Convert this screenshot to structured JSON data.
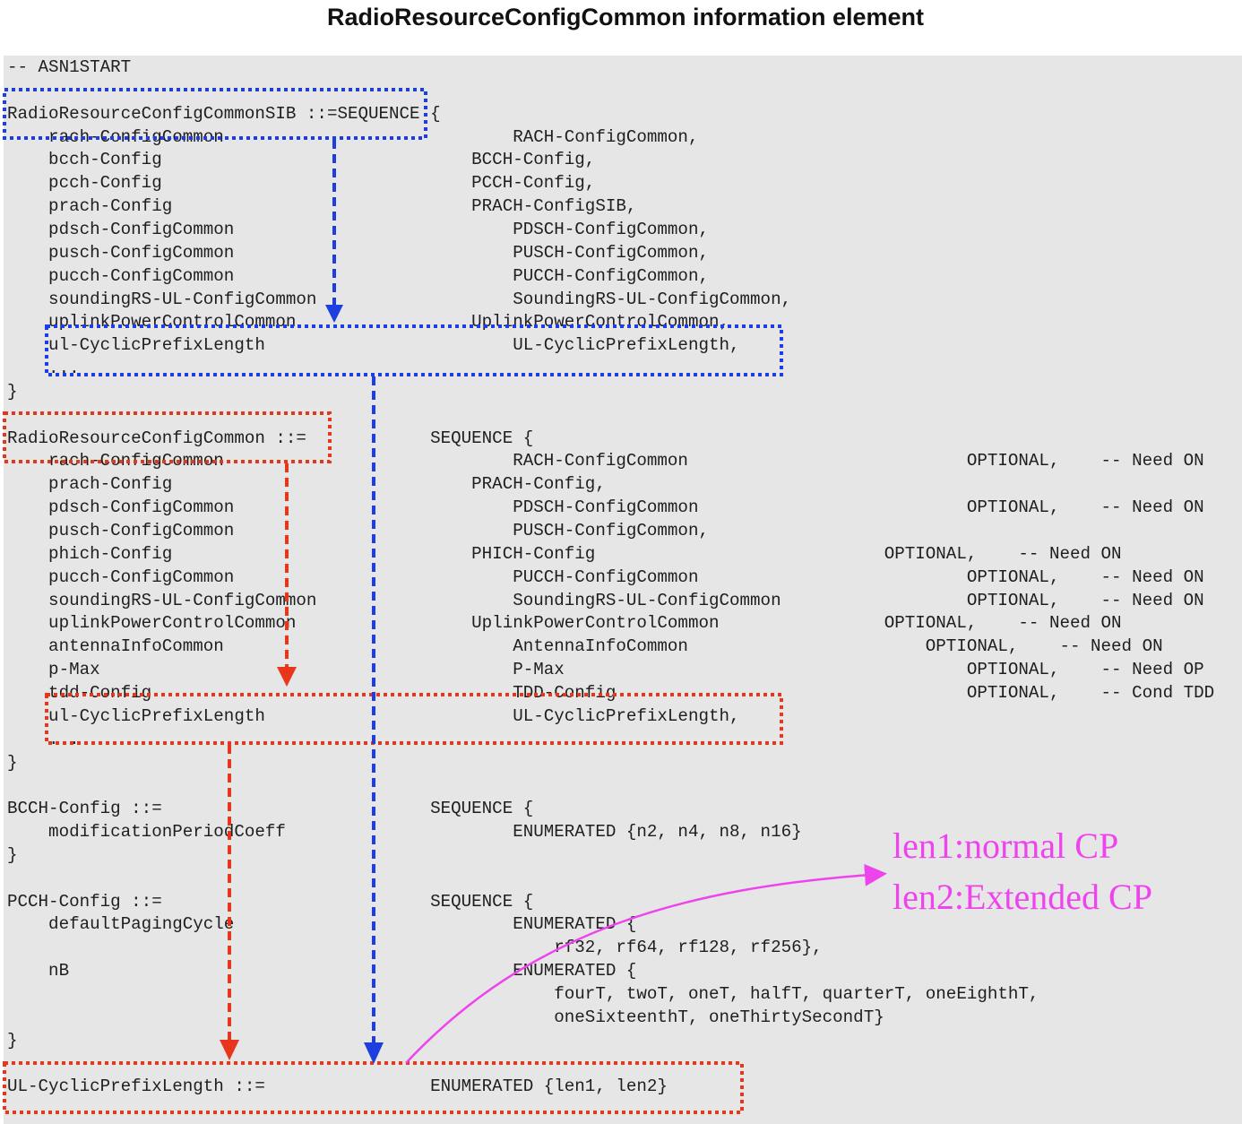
{
  "title": "RadioResourceConfigCommon information element",
  "code_lines": [
    "-- ASN1START",
    "",
    "RadioResourceConfigCommonSIB ::=SEQUENCE {",
    "    rach-ConfigCommon                            RACH-ConfigCommon,",
    "    bcch-Config                              BCCH-Config,",
    "    pcch-Config                              PCCH-Config,",
    "    prach-Config                             PRACH-ConfigSIB,",
    "    pdsch-ConfigCommon                           PDSCH-ConfigCommon,",
    "    pusch-ConfigCommon                           PUSCH-ConfigCommon,",
    "    pucch-ConfigCommon                           PUCCH-ConfigCommon,",
    "    soundingRS-UL-ConfigCommon                   SoundingRS-UL-ConfigCommon,",
    "    uplinkPowerControlCommon                 UplinkPowerControlCommon,",
    "    ul-CyclicPrefixLength                        UL-CyclicPrefixLength,",
    "    ...",
    "}",
    "",
    "RadioResourceConfigCommon ::=            SEQUENCE {",
    "    rach-ConfigCommon                            RACH-ConfigCommon                           OPTIONAL,    -- Need ON",
    "    prach-Config                             PRACH-Config,",
    "    pdsch-ConfigCommon                           PDSCH-ConfigCommon                          OPTIONAL,    -- Need ON",
    "    pusch-ConfigCommon                           PUSCH-ConfigCommon,",
    "    phich-Config                             PHICH-Config                            OPTIONAL,    -- Need ON",
    "    pucch-ConfigCommon                           PUCCH-ConfigCommon                          OPTIONAL,    -- Need ON",
    "    soundingRS-UL-ConfigCommon                   SoundingRS-UL-ConfigCommon                  OPTIONAL,    -- Need ON",
    "    uplinkPowerControlCommon                 UplinkPowerControlCommon                OPTIONAL,    -- Need ON",
    "    antennaInfoCommon                            AntennaInfoCommon                       OPTIONAL,    -- Need ON",
    "    p-Max                                        P-Max                                       OPTIONAL,    -- Need OP",
    "    tdd-Config                                   TDD-Config                                  OPTIONAL,    -- Cond TDD",
    "    ul-CyclicPrefixLength                        UL-CyclicPrefixLength,",
    "    ...",
    "}",
    "",
    "BCCH-Config ::=                          SEQUENCE {",
    "    modificationPeriodCoeff                      ENUMERATED {n2, n4, n8, n16}",
    "}",
    "",
    "PCCH-Config ::=                          SEQUENCE {",
    "    defaultPagingCycle                           ENUMERATED {",
    "                                                     rf32, rf64, rf128, rf256},",
    "    nB                                           ENUMERATED {",
    "                                                     fourT, twoT, oneT, halfT, quarterT, oneEighthT,",
    "                                                     oneSixteenthT, oneThirtySecondT}",
    "}",
    "",
    "UL-CyclicPrefixLength ::=                ENUMERATED {len1, len2}"
  ],
  "annotation": {
    "lines": [
      "len1:normal CP",
      "len2:Extended CP"
    ]
  },
  "colors": {
    "blue_box": "#1d3fe0",
    "red_box": "#e8361c",
    "magenta_note": "#ee44ee"
  }
}
